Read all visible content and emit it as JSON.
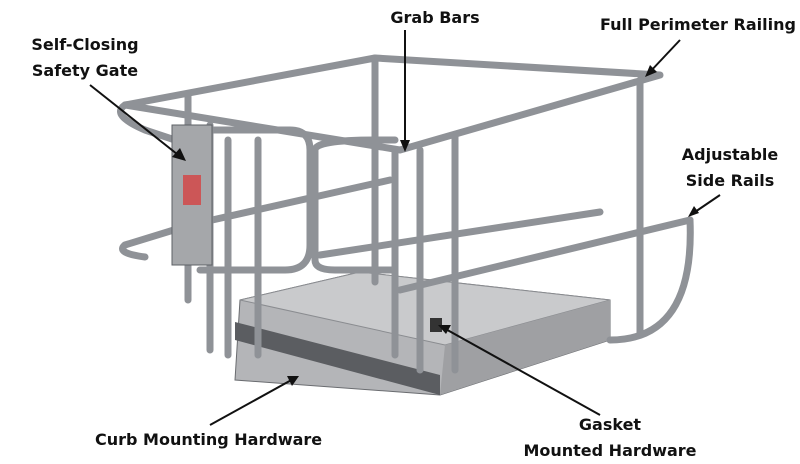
{
  "labels": {
    "gate": [
      "Self-Closing",
      "Safety Gate"
    ],
    "grab_bars": "Grab Bars",
    "perimeter": "Full Perimeter Railing",
    "side_rails": [
      "Adjustable",
      "Side Rails"
    ],
    "gasket": [
      "Gasket",
      "Mounted Hardware"
    ],
    "curb": "Curb Mounting Hardware"
  },
  "colors": {
    "rail": "#9a9ca0",
    "rail_edge": "#5d6066",
    "base": "#a9aaad",
    "base_dark": "#55575b",
    "text": "#111111"
  }
}
